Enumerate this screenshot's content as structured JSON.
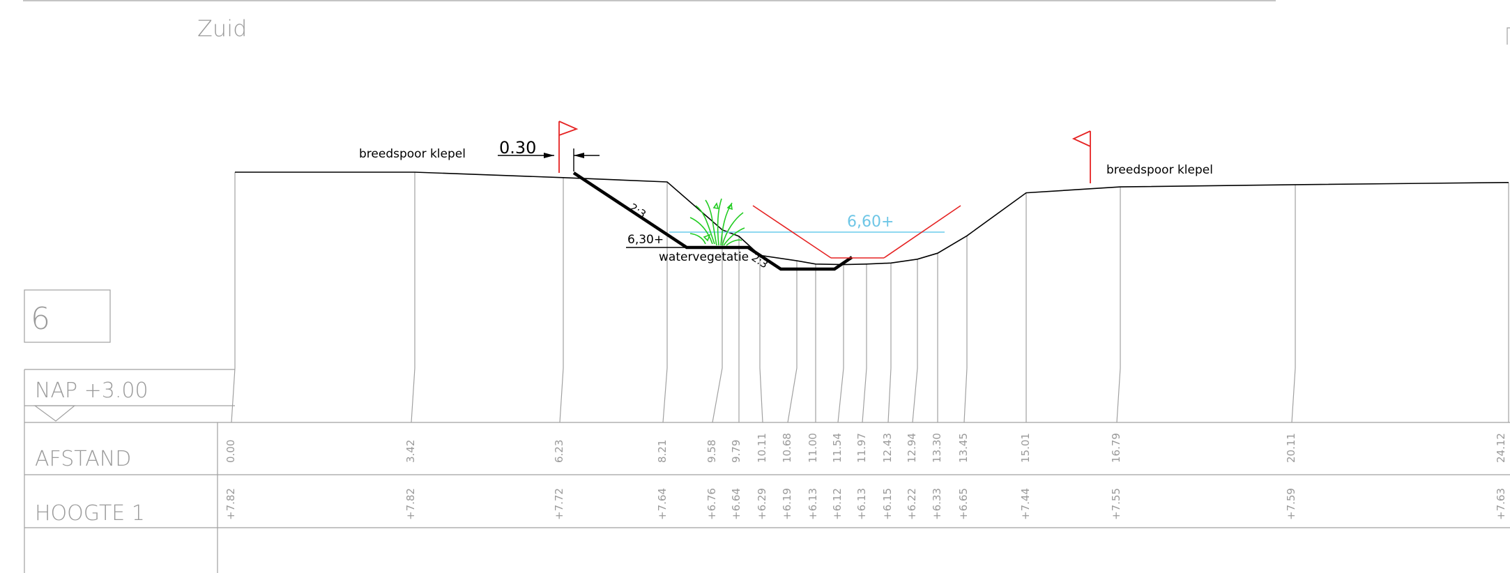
{
  "header": {
    "direction_label": "Zuid"
  },
  "profile": {
    "number": "6",
    "reference_level": "NAP +3.00"
  },
  "annotations": {
    "left_track": "breedspoor klepel",
    "right_track": "breedspoor klepel",
    "offset_dimension": "0.30",
    "slope_upper": "2:3",
    "slope_lower": "2:3",
    "bottom_level": "6,30+",
    "water_level": "6,60+",
    "vegetation": "watervegetatie"
  },
  "table": {
    "row_distance_label": "AFSTAND",
    "row_height_label": "HOOGTE 1",
    "stations": [
      {
        "afstand": "0.00",
        "hoogte": "+7.82"
      },
      {
        "afstand": "3.42",
        "hoogte": "+7.82"
      },
      {
        "afstand": "6.23",
        "hoogte": "+7.72"
      },
      {
        "afstand": "8.21",
        "hoogte": "+7.64"
      },
      {
        "afstand": "9.58",
        "hoogte": "+6.76"
      },
      {
        "afstand": "9.79",
        "hoogte": "+6.64"
      },
      {
        "afstand": "10.11",
        "hoogte": "+6.29"
      },
      {
        "afstand": "10.68",
        "hoogte": "+6.19"
      },
      {
        "afstand": "11.00",
        "hoogte": "+6.13"
      },
      {
        "afstand": "11.54",
        "hoogte": "+6.12"
      },
      {
        "afstand": "11.97",
        "hoogte": "+6.13"
      },
      {
        "afstand": "12.43",
        "hoogte": "+6.15"
      },
      {
        "afstand": "12.94",
        "hoogte": "+6.22"
      },
      {
        "afstand": "13.30",
        "hoogte": "+6.33"
      },
      {
        "afstand": "13.45",
        "hoogte": "+6.65"
      },
      {
        "afstand": "15.01",
        "hoogte": "+7.44"
      },
      {
        "afstand": "16.79",
        "hoogte": "+7.55"
      },
      {
        "afstand": "20.11",
        "hoogte": "+7.59"
      },
      {
        "afstand": "24.12",
        "hoogte": "+7.63"
      }
    ]
  },
  "colors": {
    "ground_line": "#000000",
    "grid_line": "#a0a0a0",
    "design_profile": "#000000",
    "water_line": "#7fd3ee",
    "water_label": "#6ec6e6",
    "flag": "#e52222",
    "vegetation": "#22cc22"
  }
}
